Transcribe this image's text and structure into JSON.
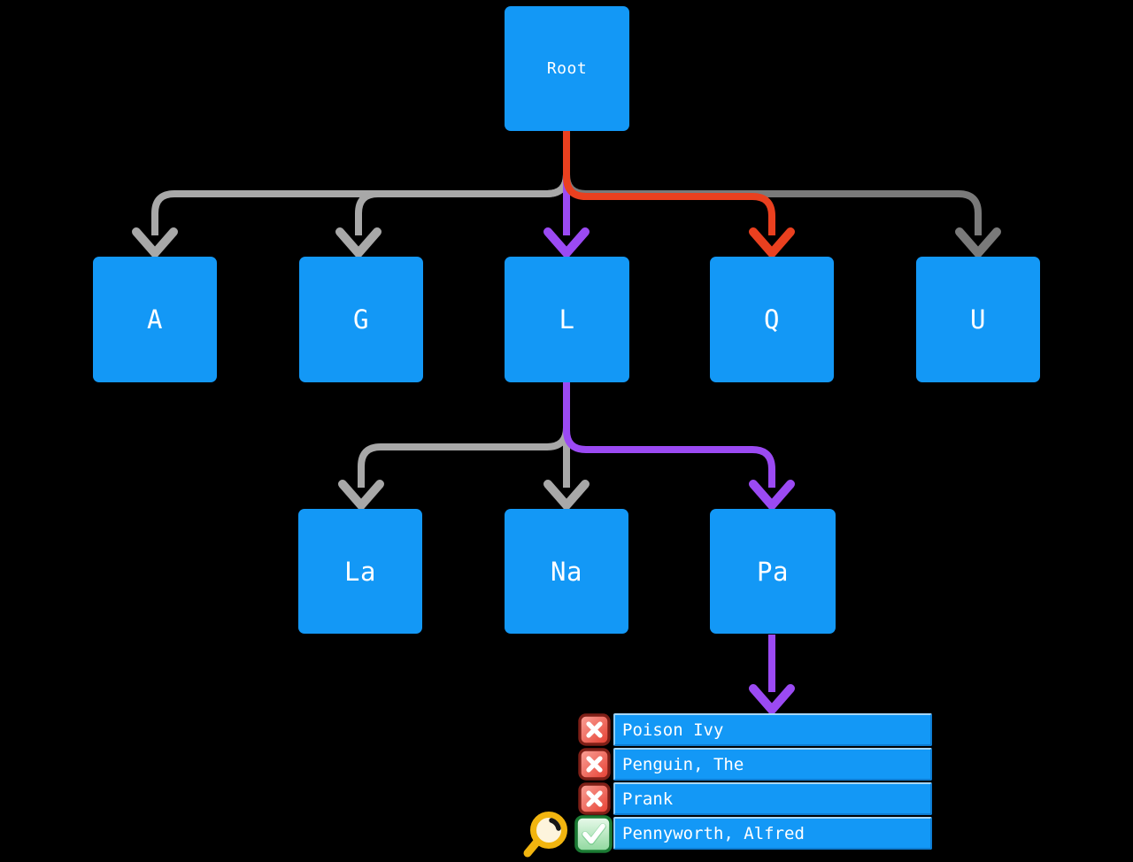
{
  "diagram": {
    "kind": "trie-search-visualization",
    "background": "#000000",
    "colors": {
      "node_fill": "#1398f6",
      "node_text": "#ffffff",
      "edge_gray": "#a8a8a8",
      "edge_dark_gray": "#7a7a7a",
      "edge_red": "#ea401f",
      "edge_purple": "#9b4af3",
      "row_border_dark": "#0d7cd2",
      "reject_icon_red": "#e8473b",
      "match_icon_green": "#9bdca8",
      "magnifier_gold": "#f2b50f"
    },
    "nodes": {
      "root": {
        "label": "Root"
      },
      "level1": [
        {
          "label": "A"
        },
        {
          "label": "G"
        },
        {
          "label": "L"
        },
        {
          "label": "Q"
        },
        {
          "label": "U"
        }
      ],
      "level2": [
        {
          "label": "La"
        },
        {
          "label": "Na"
        },
        {
          "label": "Pa"
        }
      ]
    },
    "highlight_path": [
      "Root",
      "L",
      "Pa"
    ],
    "results": {
      "items": [
        {
          "label": "Poison Ivy",
          "status": "rejected",
          "icon": "cross-mark-icon"
        },
        {
          "label": "Penguin, The",
          "status": "rejected",
          "icon": "cross-mark-icon"
        },
        {
          "label": "Prank",
          "status": "rejected",
          "icon": "cross-mark-icon"
        },
        {
          "label": "Pennyworth, Alfred",
          "status": "matched",
          "icon": "check-mark-icon"
        }
      ],
      "search_icon": "magnifying-glass-icon"
    }
  }
}
